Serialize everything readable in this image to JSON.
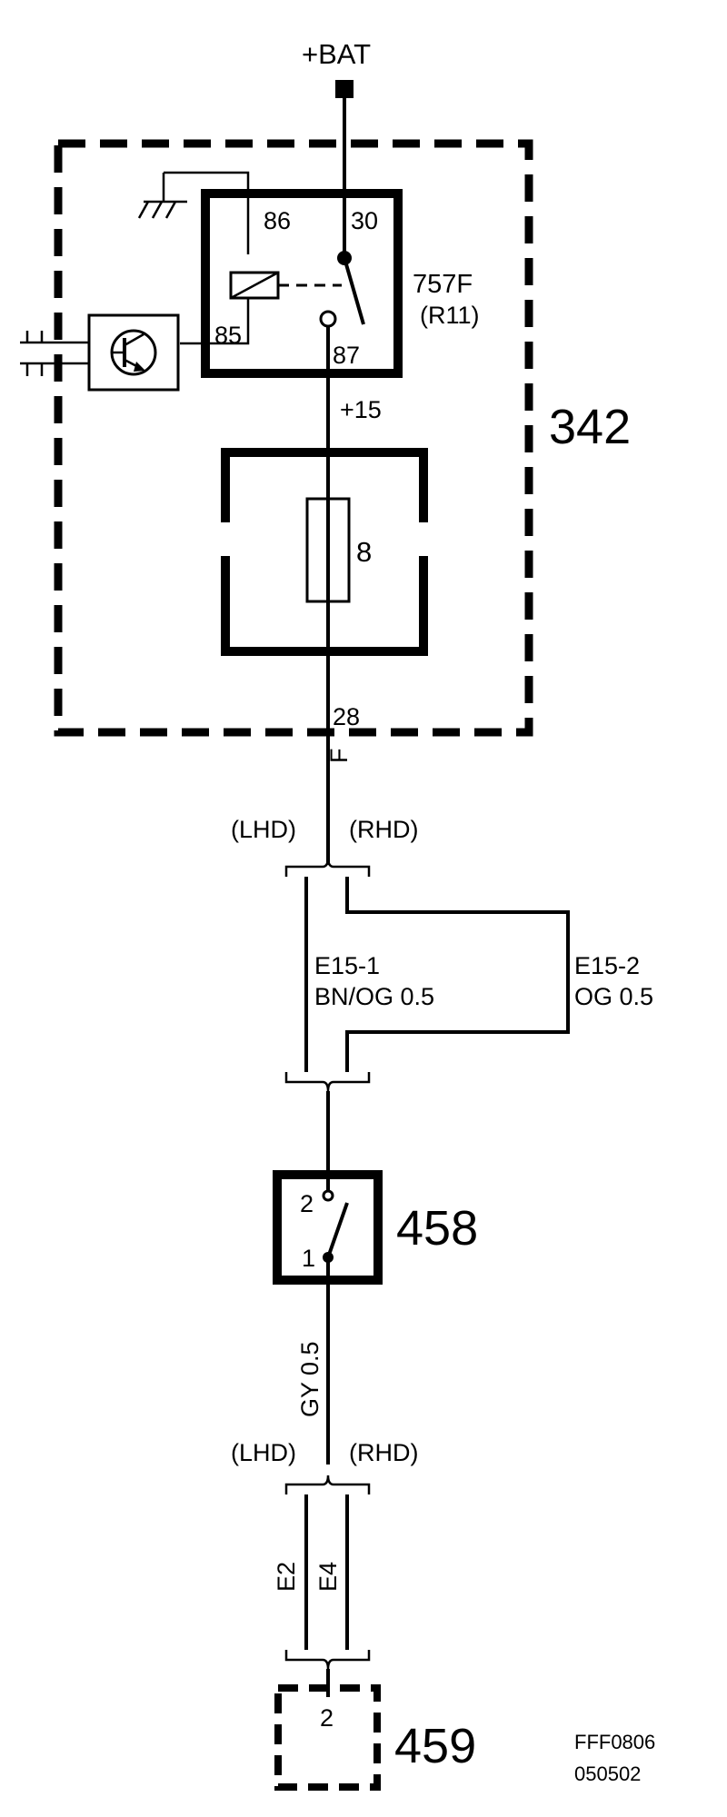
{
  "supply": {
    "label": "+BAT"
  },
  "module_342": {
    "id": "342"
  },
  "relay": {
    "id": "757F",
    "ref": "(R11)",
    "pin_86": "86",
    "pin_30": "30",
    "pin_85": "85",
    "pin_87": "87"
  },
  "fuse": {
    "id": "8",
    "feed_label": "+15"
  },
  "connector_out": {
    "pin": "28",
    "name": "F"
  },
  "split_top": {
    "left": "(LHD)",
    "right": "(RHD)"
  },
  "wire_e15_1": {
    "id": "E15-1",
    "spec": "BN/OG  0.5"
  },
  "wire_e15_2": {
    "id": "E15-2",
    "spec": "OG  0.5"
  },
  "switch_458": {
    "id": "458",
    "pin_2": "2",
    "pin_1": "1"
  },
  "wire_gy": {
    "spec": "GY  0.5"
  },
  "split_bottom": {
    "left": "(LHD)",
    "right": "(RHD)"
  },
  "wire_e2": {
    "id": "E2"
  },
  "wire_e4": {
    "id": "E4"
  },
  "component_459": {
    "id": "459",
    "pin": "2"
  },
  "drawing_ref": {
    "code": "FFF0806",
    "date": "050502"
  }
}
